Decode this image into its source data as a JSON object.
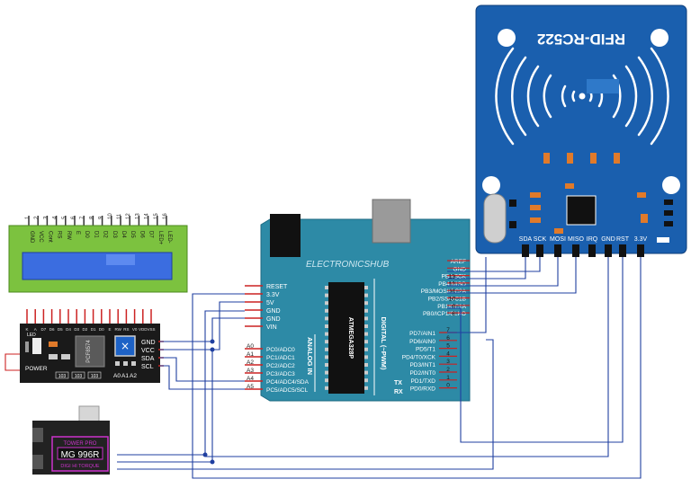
{
  "colors": {
    "board": "#2d8aa6",
    "rfid": "#1a5fae",
    "lcd_green": "#7cc23f",
    "lcd_screen": "#3b6de0",
    "module_black": "#1a1a1a",
    "servo_black": "#222222",
    "servo_label": "#cc33cc",
    "wire_blue": "#1f3fa0",
    "wire_red": "#cc2222",
    "pin_red": "#cc2222"
  },
  "rfid": {
    "title": "RFID-RC522",
    "pins": [
      "SDA",
      "SCK",
      "MOSI",
      "MISO",
      "IRQ",
      "GND",
      "RST",
      "3.3V"
    ]
  },
  "lcd": {
    "pin_numbers": [
      "1",
      "2",
      "3",
      "4",
      "5",
      "6",
      "7",
      "8",
      "9",
      "10",
      "11",
      "12",
      "13",
      "14",
      "15",
      "16"
    ],
    "pin_names": [
      "GND",
      "VCC",
      "Cont",
      "RS",
      "RW",
      "E",
      "D0",
      "D1",
      "D2",
      "D3",
      "D4",
      "D5",
      "D6",
      "D7",
      "LED+",
      "LED-"
    ]
  },
  "i2c_module": {
    "chip": "PCF8574",
    "power_label": "POWER",
    "led_label": "LED",
    "address_labels": [
      "A0",
      "A1",
      "A2"
    ],
    "pins": [
      "GND",
      "VCC",
      "SDA",
      "SCL"
    ],
    "top_labels": [
      "K",
      "A",
      "D7",
      "D6",
      "D5",
      "D4",
      "D3",
      "D2",
      "D1",
      "D0",
      "E",
      "RW",
      "RS",
      "V0",
      "VDD",
      "VSS"
    ],
    "resistors": [
      "103",
      "103",
      "103"
    ]
  },
  "arduino": {
    "brand": "ELECTRONICSHUB",
    "chip": "ATMEGA328P",
    "analog_label": "ANALOG IN",
    "digital_label": "DIGITAL (~PWM)",
    "power_pins": [
      "RESET",
      "3.3V",
      "5V",
      "GND",
      "GND",
      "VIN"
    ],
    "analog_pins": [
      {
        "num": "A0",
        "name": "PC0/ADC0"
      },
      {
        "num": "A1",
        "name": "PC1/ADC1"
      },
      {
        "num": "A2",
        "name": "PC2/ADC2"
      },
      {
        "num": "A3",
        "name": "PC3/ADC3"
      },
      {
        "num": "A4",
        "name": "PC4/ADC4/SDA"
      },
      {
        "num": "A5",
        "name": "PC5/ADC5/SCL"
      }
    ],
    "digital_top": [
      {
        "name": "AREF",
        "num": ""
      },
      {
        "name": "GND",
        "num": ""
      },
      {
        "name": "PB5/SCK",
        "num": "13"
      },
      {
        "name": "PB4/MISO",
        "num": "12"
      },
      {
        "name": "PB3/MOSI/OC2A",
        "num": "11"
      },
      {
        "name": "PB2/SS/OC1B",
        "num": "10"
      },
      {
        "name": "PB1/OC1A",
        "num": "9"
      },
      {
        "name": "PB0/ICP1/CLKO",
        "num": "8"
      }
    ],
    "digital_bottom": [
      {
        "name": "PD7/AIN1",
        "num": "7"
      },
      {
        "name": "PD6/AIN0",
        "num": "6"
      },
      {
        "name": "PD5/T1",
        "num": "5"
      },
      {
        "name": "PD4/T0/XCK",
        "num": "4"
      },
      {
        "name": "PD3/INT1",
        "num": "3"
      },
      {
        "name": "PD2/INT0",
        "num": "2"
      },
      {
        "name": "PD1/TXD",
        "num": "1"
      },
      {
        "name": "PD0/RXD",
        "num": "0"
      }
    ],
    "tx_label": "TX",
    "rx_label": "RX"
  },
  "servo": {
    "brand": "TOWER PRO",
    "model": "MG 996R",
    "subtitle": "DIGI HI TORQUE"
  }
}
